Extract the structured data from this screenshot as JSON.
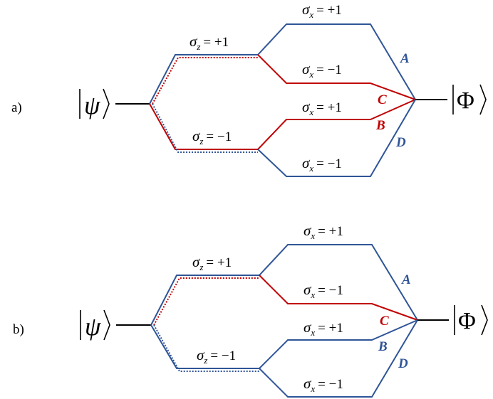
{
  "panels": [
    {
      "label": "a)",
      "input_state": "ψ",
      "output_state": "Φ",
      "sigma_z": [
        {
          "symbol": "σ",
          "sub": "z",
          "value": "= +1"
        },
        {
          "symbol": "σ",
          "sub": "z",
          "value": "= −1"
        }
      ],
      "sigma_x": [
        {
          "symbol": "σ",
          "sub": "x",
          "value": "= +1"
        },
        {
          "symbol": "σ",
          "sub": "x",
          "value": "= −1"
        },
        {
          "symbol": "σ",
          "sub": "x",
          "value": "= +1"
        },
        {
          "symbol": "σ",
          "sub": "x",
          "value": "= −1"
        }
      ],
      "path_labels": [
        {
          "text": "A",
          "color": "#2f5597"
        },
        {
          "text": "C",
          "color": "#c00000"
        },
        {
          "text": "B",
          "color": "#c00000"
        },
        {
          "text": "D",
          "color": "#2f5597"
        }
      ]
    },
    {
      "label": "b)",
      "input_state": "ψ",
      "output_state": "Φ",
      "sigma_z": [
        {
          "symbol": "σ",
          "sub": "z",
          "value": "= +1"
        },
        {
          "symbol": "σ",
          "sub": "z",
          "value": "= −1"
        }
      ],
      "sigma_x": [
        {
          "symbol": "σ",
          "sub": "x",
          "value": "= +1"
        },
        {
          "symbol": "σ",
          "sub": "x",
          "value": "= −1"
        },
        {
          "symbol": "σ",
          "sub": "x",
          "value": "= +1"
        },
        {
          "symbol": "σ",
          "sub": "x",
          "value": "= −1"
        }
      ],
      "path_labels": [
        {
          "text": "A",
          "color": "#2f5597"
        },
        {
          "text": "C",
          "color": "#c00000"
        },
        {
          "text": "B",
          "color": "#2f5597"
        },
        {
          "text": "D",
          "color": "#2f5597"
        }
      ]
    }
  ],
  "colors": {
    "blue": "#2f5597",
    "red": "#c00000"
  }
}
